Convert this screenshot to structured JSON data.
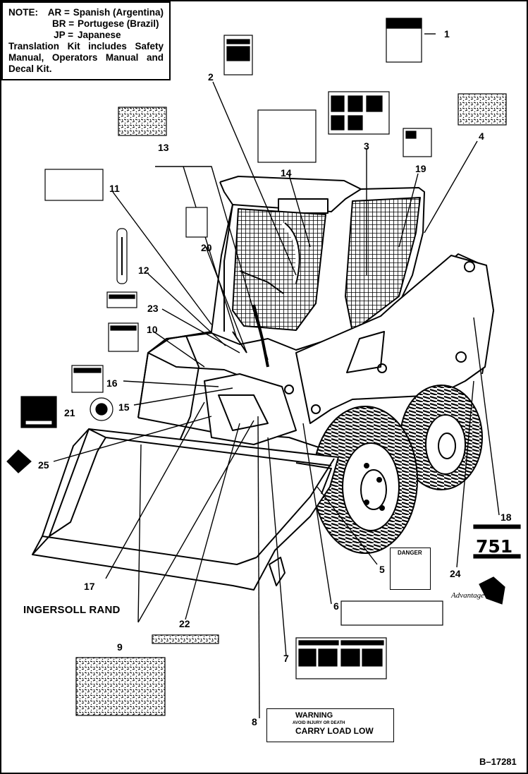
{
  "note": {
    "label": "NOTE:",
    "languages": [
      {
        "code": "AR =",
        "name": "Spanish (Argentina)"
      },
      {
        "code": "BR =",
        "name": "Portugese (Brazil)"
      },
      {
        "code": "JP =",
        "name": "Japanese"
      }
    ],
    "kit_text": "Translation Kit includes Safety Manual, Operators Manual and Decal Kit."
  },
  "callouts": [
    "1",
    "2",
    "3",
    "4",
    "5",
    "6",
    "7",
    "8",
    "9",
    "10",
    "11",
    "12",
    "13",
    "14",
    "15",
    "16",
    "17",
    "18",
    "19",
    "20",
    "21",
    "22",
    "23",
    "24",
    "25"
  ],
  "brand": "INGERSOLL RAND",
  "model": "751",
  "reference": "B–17281",
  "decals": {
    "warning_title": "WARNING",
    "warning_sub": "AVOID INJURY OR DEATH",
    "warning_main": "CARRY LOAD LOW",
    "danger_title": "DANGER",
    "advantage": "Advantage"
  },
  "colors": {
    "line": "#000000",
    "background": "#ffffff"
  }
}
